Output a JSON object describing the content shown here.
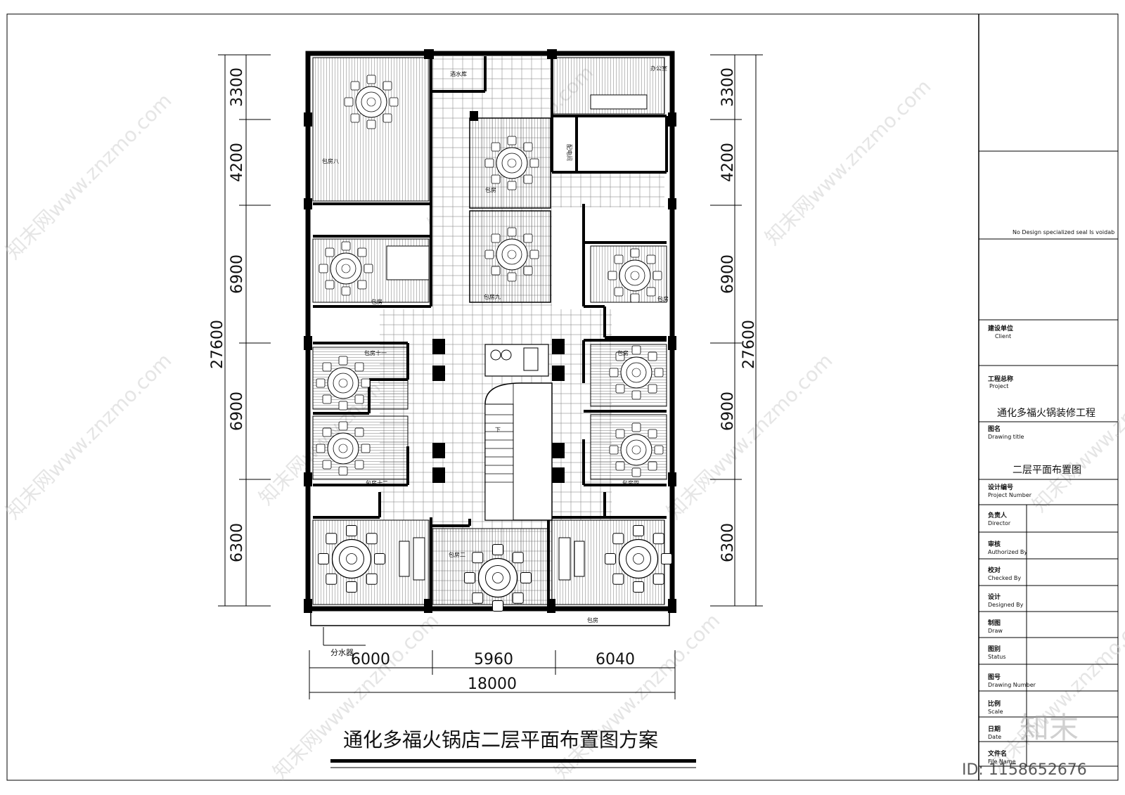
{
  "drawing": {
    "main_title": "通化多福火锅店二层平面布置图方案",
    "water_distributor_label": "分水器",
    "stair_label": "下"
  },
  "dimensions": {
    "left_total": "27600",
    "right_total": "27600",
    "rows": [
      "3300",
      "4200",
      "6900",
      "6900",
      "6300"
    ],
    "bottom_cols": [
      "6000",
      "5960",
      "6040"
    ],
    "bottom_total": "18000"
  },
  "rooms": {
    "wine_storage": "酒水库",
    "office": "办公室",
    "distribution_room": "配电间",
    "private_room_8": "包房八",
    "private_room": "包房",
    "private_room_9": "包房九",
    "private_room_left_mid": "包房",
    "private_room_right_mid": "包房",
    "private_room_11": "包房十一",
    "private_room_right_5": "包房",
    "private_room_12": "包房十二",
    "private_room_4": "包房四",
    "private_room_2": "包房二",
    "private_room_bottom_right": "包房"
  },
  "title_block": {
    "seal_note": "No Design specialized seal Is voidab",
    "client_cn": "建设单位",
    "client_en": "Client",
    "project_cn": "工程总称",
    "project_en": "Project",
    "project_value": "通化多福火锅装修工程",
    "drawing_title_cn": "图名",
    "drawing_title_en": "Drawing  title",
    "drawing_title_value": "二层平面布置图",
    "project_number_cn": "设计编号",
    "project_number_en": "Project  Number",
    "director_cn": "负责人",
    "director_en": "Director",
    "authorized_cn": "审核",
    "authorized_en": "Authorized By",
    "checked_cn": "校对",
    "checked_en": "Checked  By",
    "designed_cn": "设计",
    "designed_en": "Designed  By",
    "draw_cn": "制图",
    "draw_en": "Draw",
    "status_cn": "图别",
    "status_en": "Status",
    "drawing_number_cn": "图号",
    "drawing_number_en": "Drawing Number",
    "scale_cn": "比例",
    "scale_en": "Scale",
    "date_cn": "日期",
    "date_en": "Date",
    "filename_cn": "文件名",
    "filename_en": "File Name"
  },
  "watermark": {
    "text": "知末网www.znzmo.com",
    "brand": "知末",
    "id": "ID: 1158652676"
  }
}
